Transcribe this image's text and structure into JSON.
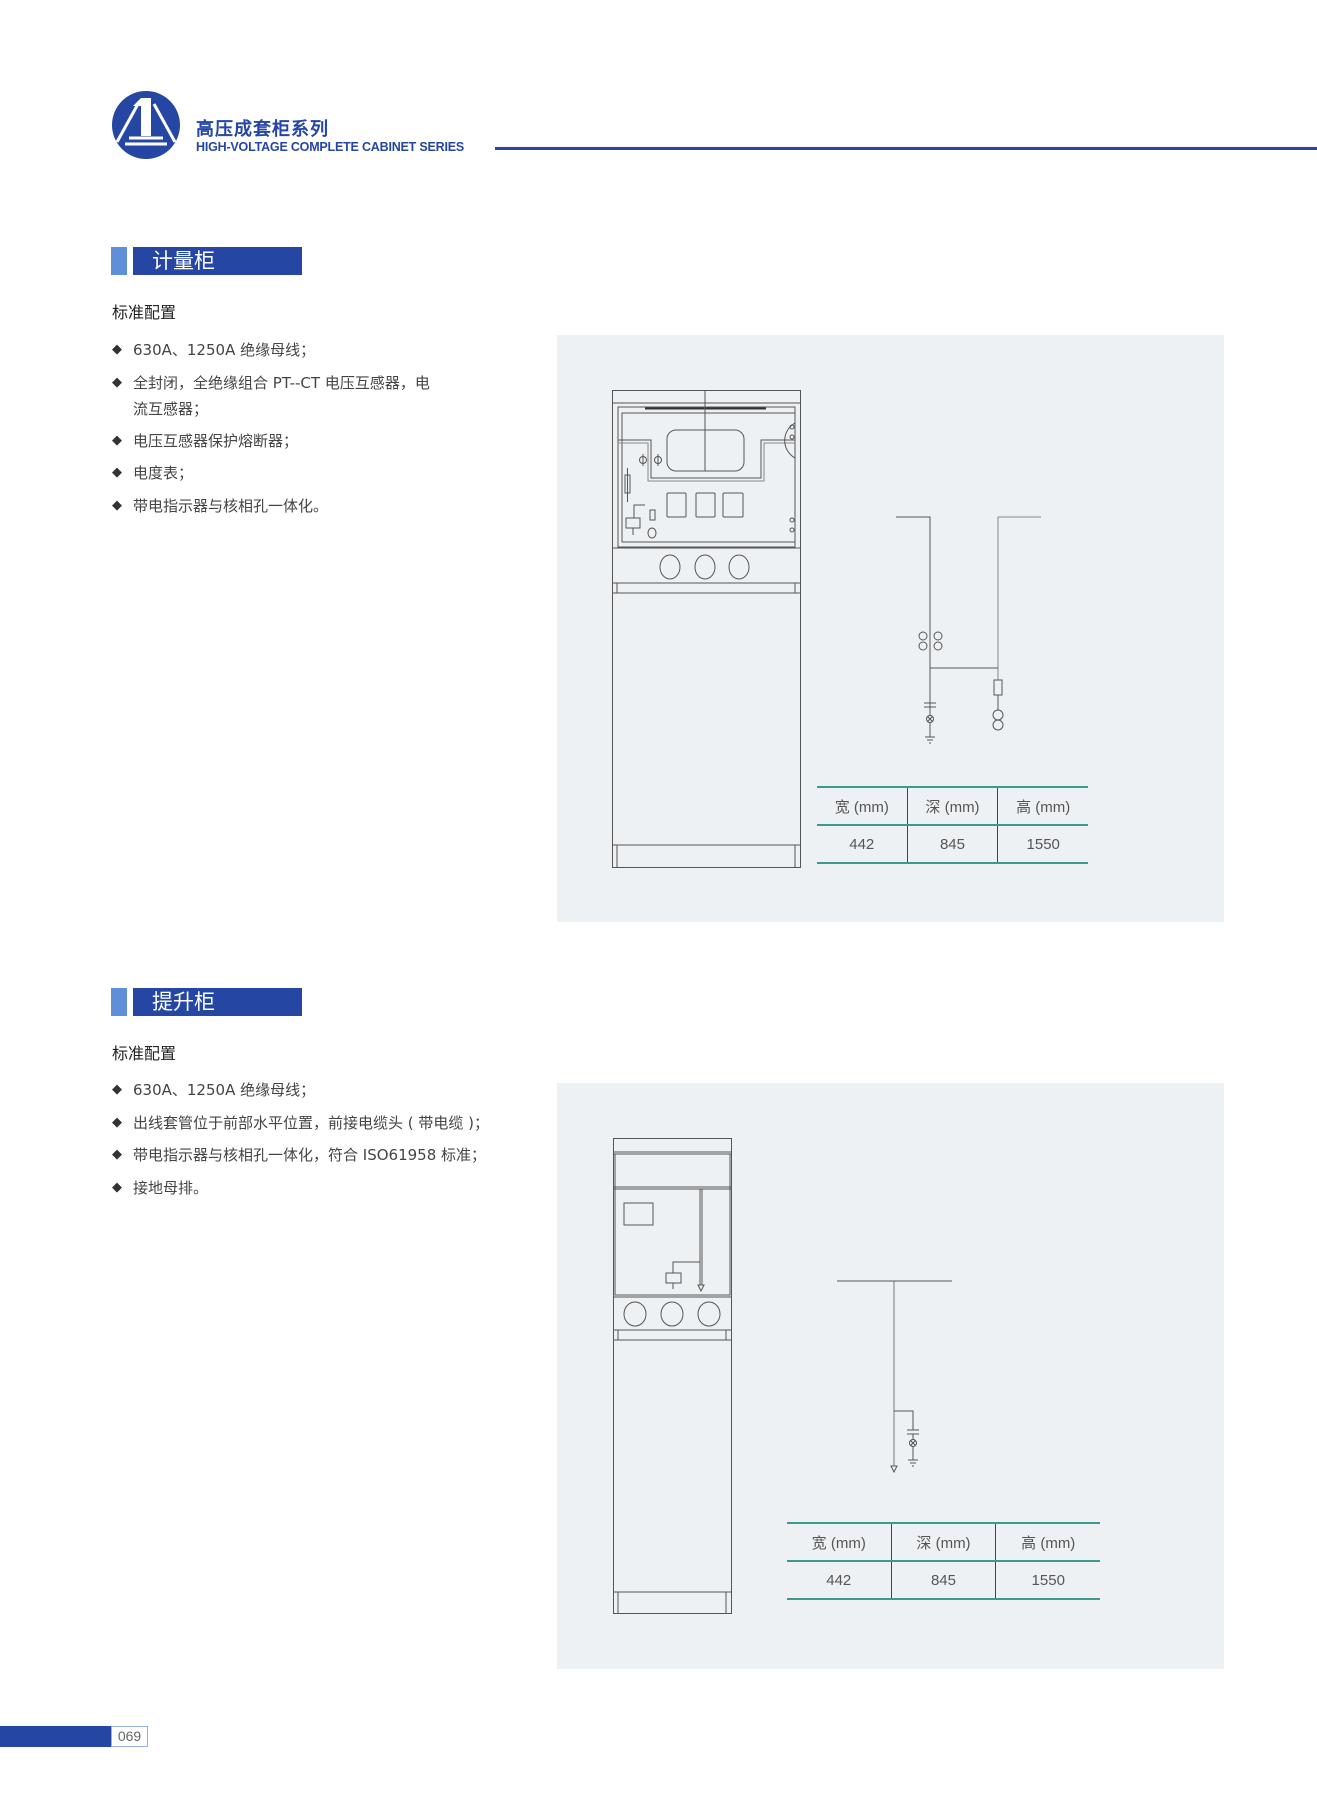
{
  "header": {
    "brand_cn": "高压成套柜系列",
    "brand_en": "HIGH-VOLTAGE COMPLETE CABINET SERIES",
    "brand_color": "#2546a3"
  },
  "sections": [
    {
      "title": "计量柜",
      "subtitle": "标准配置",
      "bullets": [
        "630A、1250A 绝缘母线；",
        "全封闭，全绝缘组合 PT--CT 电压互感器，电流互感器；",
        "电压互感器保护熔断器；",
        "电度表；",
        "带电指示器与核相孔一体化。"
      ],
      "dimensions": {
        "headers": [
          "宽 (mm)",
          "深 (mm)",
          "高 (mm)"
        ],
        "values": [
          "442",
          "845",
          "1550"
        ]
      }
    },
    {
      "title": "提升柜",
      "subtitle": "标准配置",
      "bullets": [
        "630A、1250A 绝缘母线；",
        "出线套管位于前部水平位置，前接电缆头 ( 带电缆 )；",
        "带电指示器与核相孔一体化，符合 ISO61958 标准；",
        "接地母排。"
      ],
      "dimensions": {
        "headers": [
          "宽 (mm)",
          "深 (mm)",
          "高 (mm)"
        ],
        "values": [
          "442",
          "845",
          "1550"
        ]
      }
    }
  ],
  "footer": {
    "page_number": "069"
  }
}
